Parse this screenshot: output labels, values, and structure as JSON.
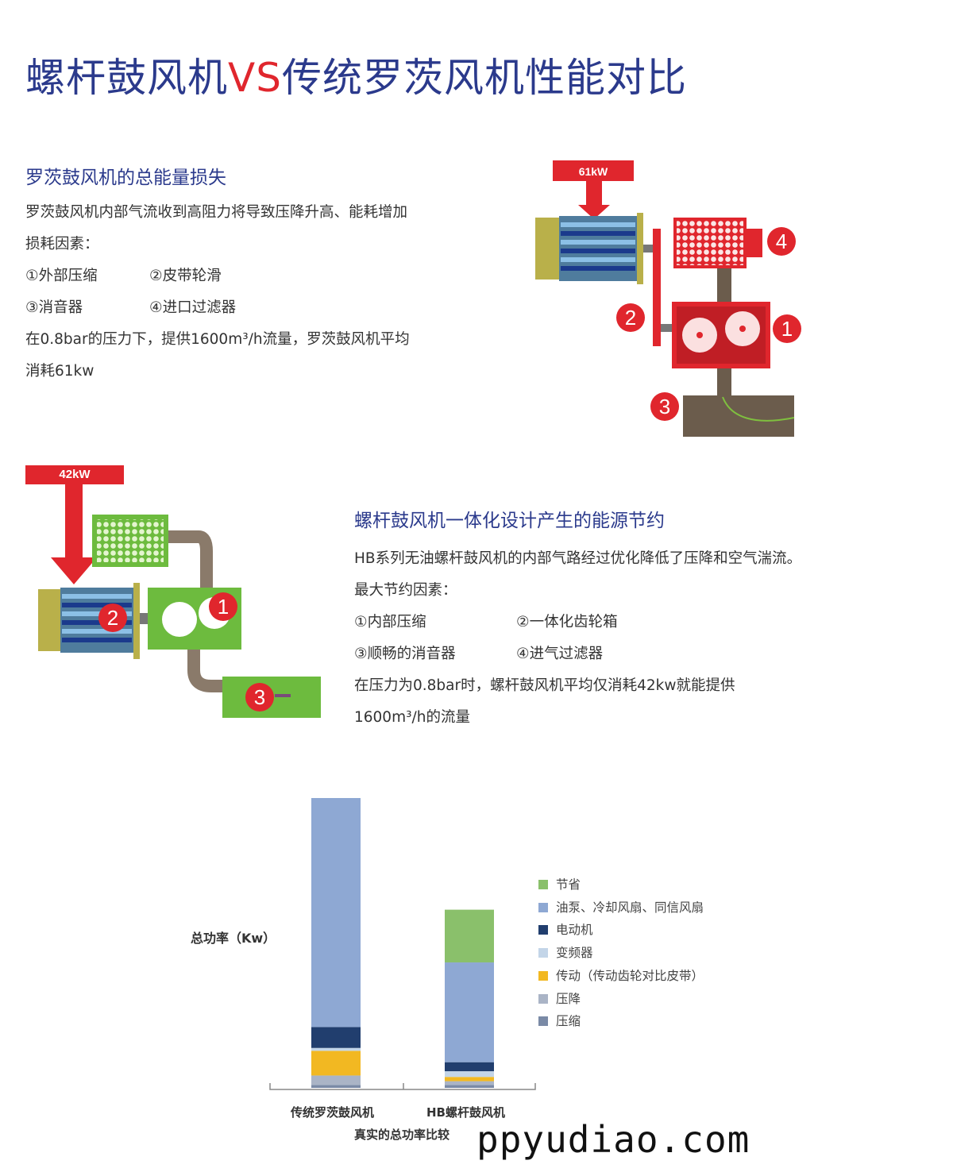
{
  "header": {
    "title_part1": "螺杆鼓风机",
    "title_vs": "VS",
    "title_part2": "传统罗茨风机性能对比"
  },
  "section1": {
    "heading": "罗茨鼓风机的总能量损失",
    "line1": "罗茨鼓风机内部气流收到高阻力将导致压降升高、能耗增加",
    "line2": "损耗因素：",
    "factors": [
      "①外部压缩",
      "②皮带轮滑",
      "③消音器",
      "④进口过滤器"
    ],
    "line5": "在0.8bar的压力下，提供1600m³/h流量，罗茨鼓风机平均",
    "line6": "消耗61kw",
    "diagram_power": "61kW",
    "badges": [
      "4",
      "2",
      "1",
      "3"
    ]
  },
  "section2": {
    "heading": "螺杆鼓风机一体化设计产生的能源节约",
    "line1": "HB系列无油螺杆鼓风机的内部气路经过优化降低了压降和空气湍流。",
    "line2": "最大节约因素：",
    "factors": [
      "①内部压缩",
      "②一体化齿轮箱",
      "③顺畅的消音器",
      "④进气过滤器"
    ],
    "line5": "在压力为0.8bar时，螺杆鼓风机平均仅消耗42kw就能提供",
    "line6": "1600m³/h的流量",
    "diagram_power": "42kW",
    "badges": [
      "2",
      "1",
      "3"
    ]
  },
  "chart_data": {
    "type": "bar",
    "stacked": true,
    "title": "真实的总功率比较",
    "ylabel": "总功率（Kw）",
    "categories": [
      "传统罗茨鼓风机",
      "HB螺杆鼓风机"
    ],
    "ylim": [
      0,
      61
    ],
    "series": [
      {
        "name": "压缩",
        "color": "#7a8aa6",
        "values": [
          0.6,
          0.6
        ]
      },
      {
        "name": "压降",
        "color": "#aab4c6",
        "values": [
          2.0,
          0.8
        ]
      },
      {
        "name": "传动（传动齿轮对比皮带）",
        "color": "#f2b822",
        "values": [
          5.2,
          0.9
        ]
      },
      {
        "name": "变频器",
        "color": "#c3d5e8",
        "values": [
          0.6,
          1.2
        ]
      },
      {
        "name": "电动机",
        "color": "#213e6e",
        "values": [
          4.4,
          1.9
        ]
      },
      {
        "name": "油泵、冷却风扇、同信风扇",
        "color": "#8ea8d3",
        "values": [
          48.2,
          21.0
        ]
      },
      {
        "name": "节省",
        "color": "#8ac06b",
        "values": [
          0,
          11.1
        ]
      }
    ],
    "legend_order": [
      "节省",
      "油泵、冷却风扇、同信风扇",
      "电动机",
      "变频器",
      "传动（传动齿轮对比皮带）",
      "压降",
      "压缩"
    ],
    "legend_position": "right"
  },
  "watermark": "ppyudiao.com"
}
